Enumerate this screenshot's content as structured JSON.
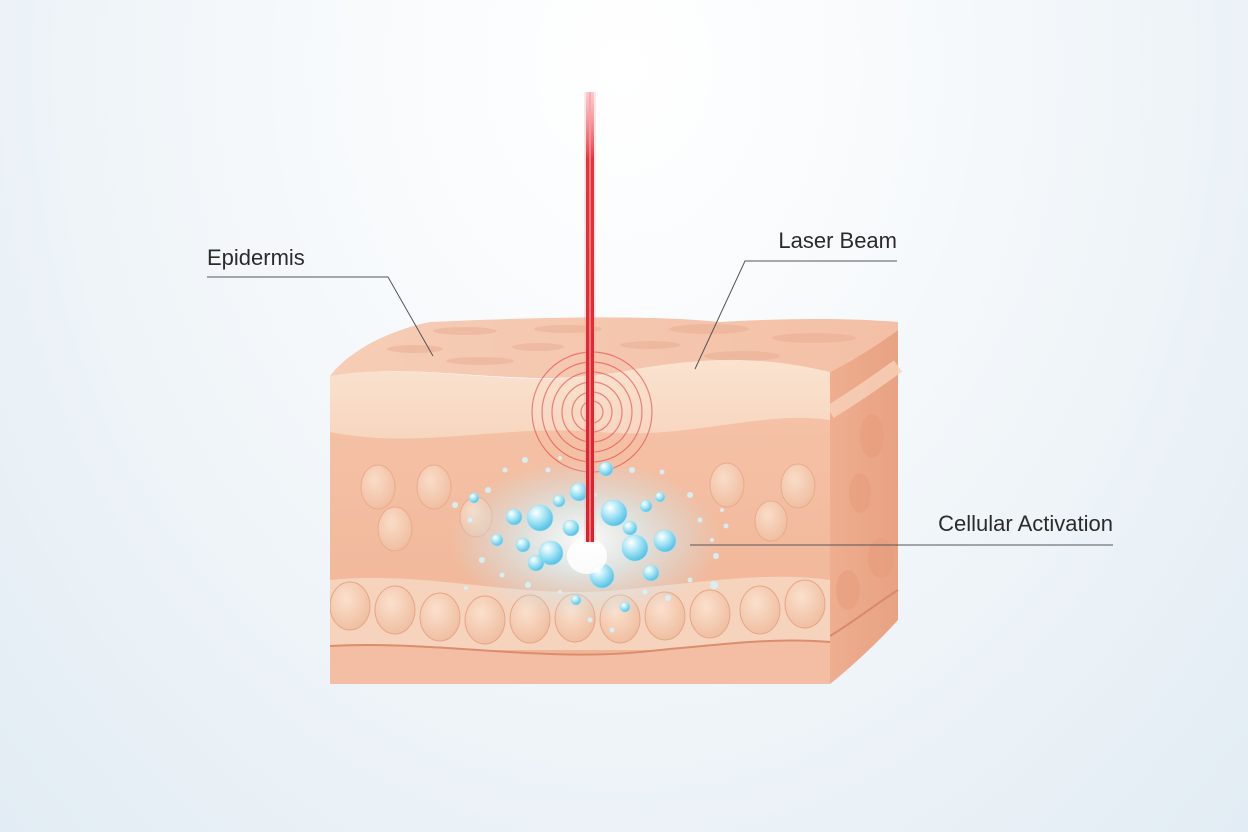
{
  "labels": {
    "epidermis": "Epidermis",
    "laser_beam": "Laser Beam",
    "cellular_activation": "Cellular Activation"
  },
  "colors": {
    "skin_top": "#f4c4aa",
    "skin_upper_band": "#f8dac4",
    "skin_dermis": "#f3b797",
    "skin_side": "#eeaa88",
    "laser": "#e8323a",
    "bubbles": "#7fd6ef",
    "leader_lines": "#555555"
  },
  "icons": [
    "laser-beam",
    "skin-block",
    "bubble-cluster",
    "shockwave-rings"
  ]
}
